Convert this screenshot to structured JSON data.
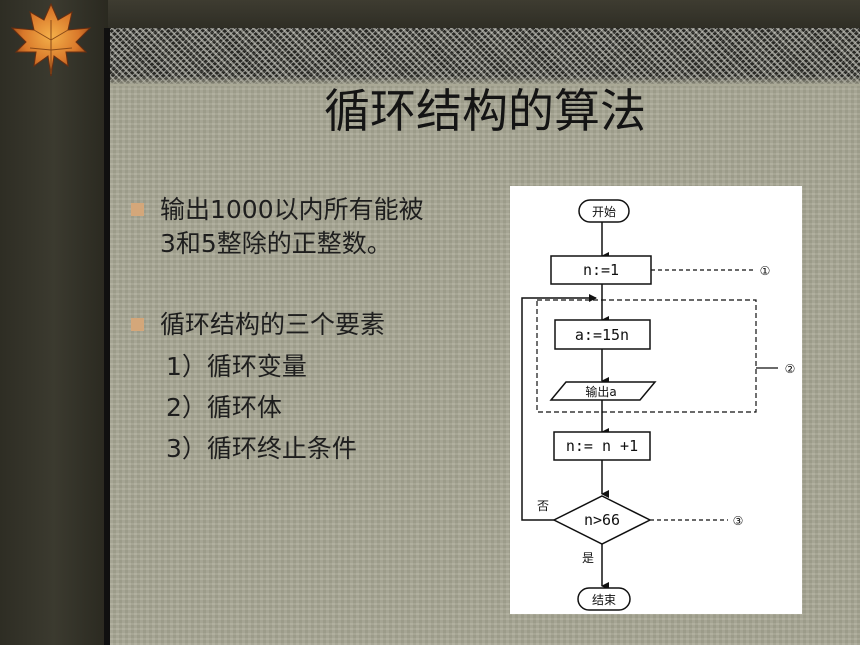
{
  "slide": {
    "title": "循环结构的算法",
    "bullets": [
      {
        "lines": [
          "输出1000以内所有能被",
          "3和5整除的正整数。"
        ]
      },
      {
        "lines": [
          "循环结构的三个要素"
        ]
      }
    ],
    "sub_items": [
      "1）循环变量",
      "2）循环体",
      "3）循环终止条件"
    ]
  },
  "flowchart": {
    "start": "开始",
    "init": "n:=1",
    "assign": "a:=15n",
    "output": "输出a",
    "increment": "n:= n +1",
    "decision": "n>66",
    "no_label": "否",
    "yes_label": "是",
    "end": "结束",
    "marker_1": "①",
    "marker_2": "②",
    "marker_3": "③"
  },
  "colors": {
    "bullet": "#d4a77a",
    "panel": "#a9a895",
    "title_text": "#141414"
  }
}
